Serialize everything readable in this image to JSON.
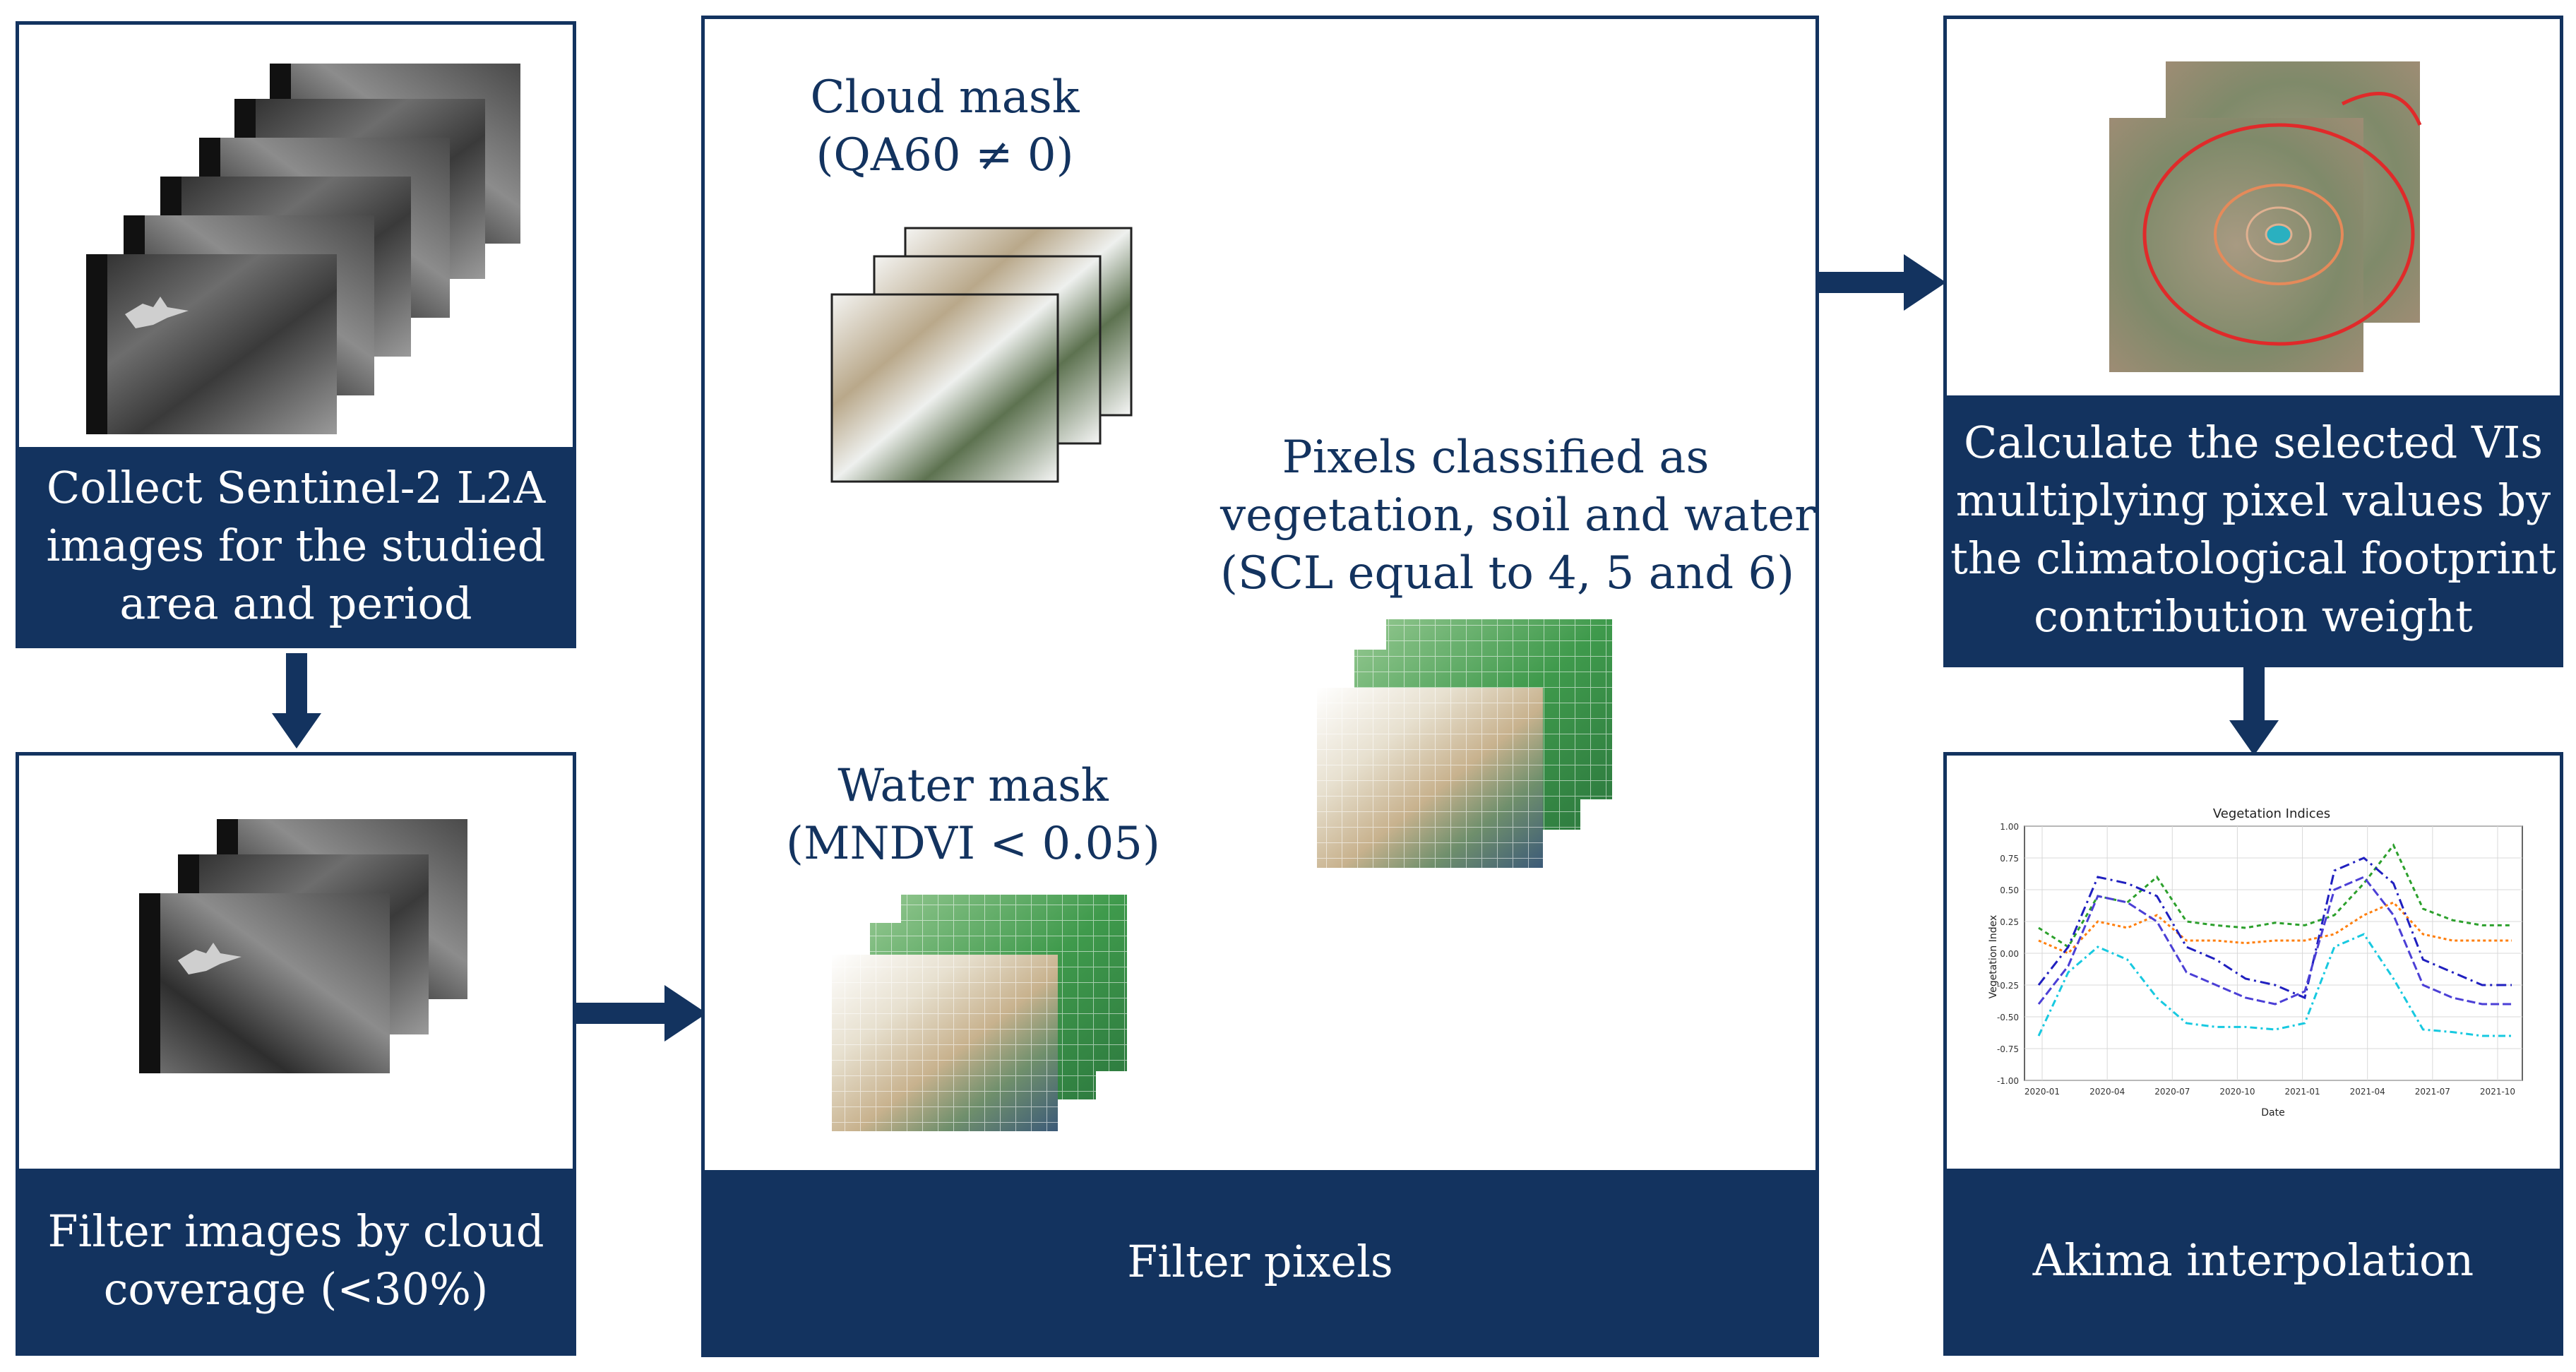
{
  "colors": {
    "brand": "#13335f",
    "caption_text": "#ffffff"
  },
  "panels": {
    "collect": {
      "caption": [
        "Collect Sentinel-2 L2A",
        "images for the studied",
        "area and period"
      ]
    },
    "cloud_filter": {
      "caption": [
        "Filter images by cloud",
        "coverage (<30%)"
      ]
    },
    "filter_pixels": {
      "caption": [
        "Filter pixels"
      ],
      "cloud_mask": [
        "Cloud mask",
        "(QA60 ≠ 0)"
      ],
      "water_mask": [
        "Water mask",
        "(MNDVI < 0.05)"
      ],
      "scl": [
        "Pixels classified as",
        "vegetation, soil and water",
        "(SCL equal to 4, 5 and 6)"
      ]
    },
    "calculate_vis": {
      "caption": [
        "Calculate the selected VIs",
        "multiplying pixel values by",
        "the climatological footprint",
        "contribution weight"
      ]
    },
    "akima": {
      "caption": [
        "Akima interpolation"
      ]
    }
  },
  "chart_data": {
    "type": "line",
    "title": "Vegetation Indices",
    "xlabel": "Date",
    "ylabel": "Vegetation Index",
    "ylim": [
      -1.0,
      1.0
    ],
    "yticks": [
      "1.00",
      "0.75",
      "0.50",
      "0.25",
      "0.00",
      "-0.25",
      "-0.50",
      "-0.75",
      "-1.00"
    ],
    "xticks": [
      "2020-01",
      "2020-04",
      "2020-07",
      "2020-10",
      "2021-01",
      "2021-04",
      "2021-07",
      "2021-10"
    ],
    "grid": true,
    "series": [
      {
        "color": "#2ca02c",
        "values": [
          0.2,
          0.05,
          0.45,
          0.4,
          0.6,
          0.25,
          0.22,
          0.2,
          0.24,
          0.22,
          0.3,
          0.55,
          0.85,
          0.35,
          0.26,
          0.22,
          0.22
        ]
      },
      {
        "color": "#ff7f0e",
        "values": [
          0.1,
          0.0,
          0.25,
          0.2,
          0.3,
          0.1,
          0.1,
          0.08,
          0.1,
          0.1,
          0.15,
          0.3,
          0.4,
          0.15,
          0.1,
          0.1,
          0.1
        ]
      },
      {
        "color": "#1f1fbf",
        "values": [
          -0.25,
          0.05,
          0.6,
          0.55,
          0.45,
          0.05,
          -0.05,
          -0.2,
          -0.25,
          -0.35,
          0.65,
          0.75,
          0.55,
          -0.05,
          -0.15,
          -0.25,
          -0.25
        ]
      },
      {
        "color": "#4b3fd6",
        "values": [
          -0.4,
          -0.1,
          0.45,
          0.4,
          0.25,
          -0.15,
          -0.25,
          -0.35,
          -0.4,
          -0.3,
          0.5,
          0.6,
          0.3,
          -0.25,
          -0.35,
          -0.4,
          -0.4
        ]
      },
      {
        "color": "#17c9e0",
        "values": [
          -0.65,
          -0.15,
          0.05,
          -0.05,
          -0.35,
          -0.55,
          -0.58,
          -0.58,
          -0.6,
          -0.55,
          0.05,
          0.15,
          -0.2,
          -0.6,
          -0.62,
          -0.65,
          -0.65
        ]
      }
    ]
  }
}
